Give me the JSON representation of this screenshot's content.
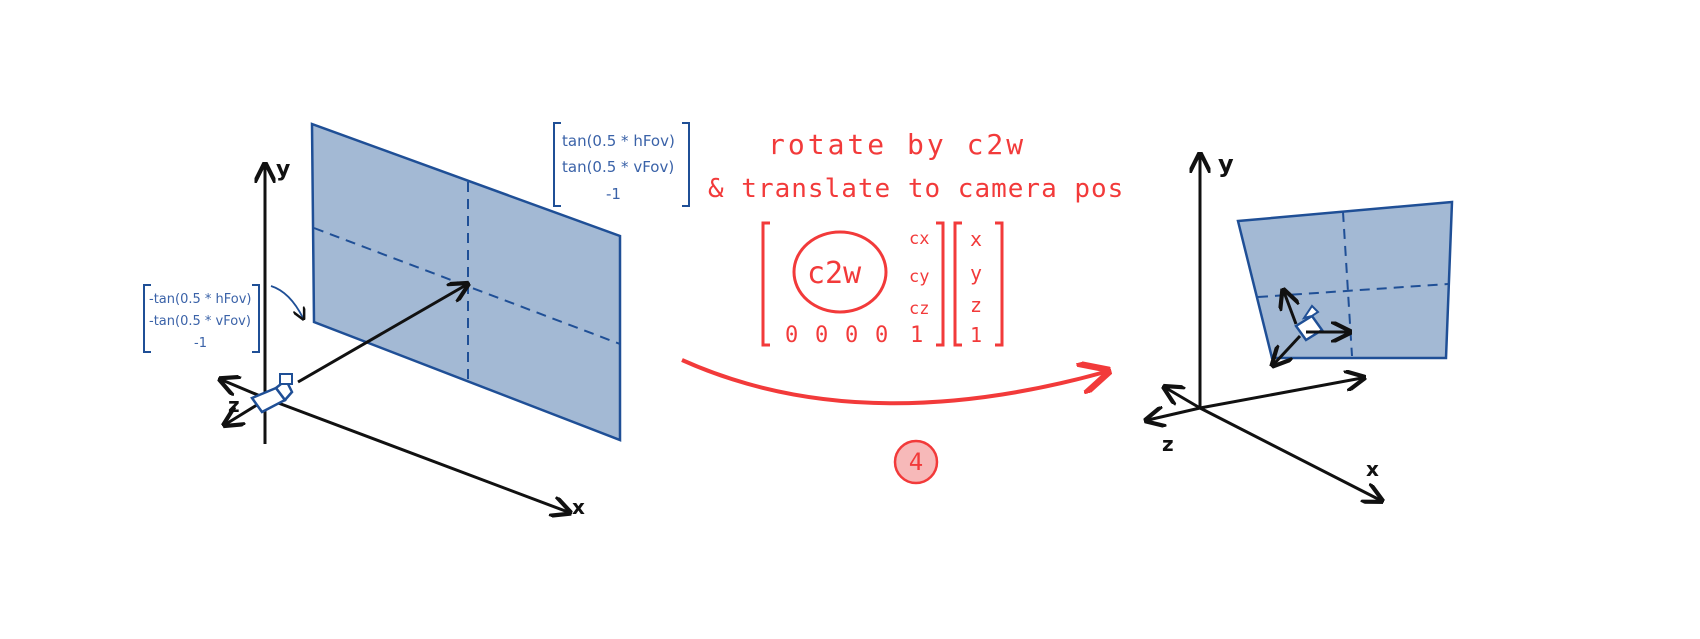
{
  "colors": {
    "black": "#111111",
    "red": "#f23a3a",
    "blue_stroke": "#1f4f96",
    "blue_fill": "#a3b9d4",
    "blue_text": "#3a62a8",
    "camera_fill": "#ffffff",
    "step_fill": "#f7b9b9"
  },
  "left_scene": {
    "axis_y": "y",
    "axis_z": "z",
    "axis_x": "x",
    "image_plane_vector": [
      "tan(0.5 * hFov)",
      "tan(0.5 * vFov)",
      "-1"
    ],
    "corner_vector": [
      "-tan(0.5 * hFov)",
      "-tan(0.5 * vFov)",
      "-1"
    ]
  },
  "transform": {
    "title_line1": "rotate by c2w",
    "title_line2": "& translate to camera pos",
    "matrix": {
      "circle_label": "c2w",
      "translation": [
        "cx",
        "cy",
        "cz"
      ],
      "bottom_row": [
        "0",
        "0",
        "0",
        "0",
        "1"
      ]
    },
    "point_vector": [
      "x",
      "y",
      "z",
      "1"
    ],
    "step_number": "4"
  },
  "right_scene": {
    "axis_y": "y",
    "axis_z": "z",
    "axis_x": "x"
  }
}
